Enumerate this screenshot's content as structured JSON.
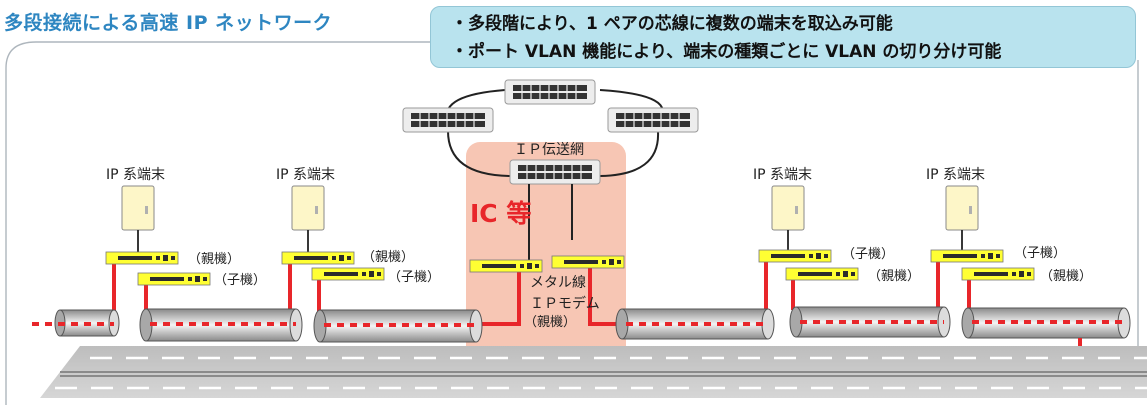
{
  "title": "多段接続による高速 IP ネットワーク",
  "callout": {
    "line1": "・多段階により、1 ペアの芯線に複数の端末を取込み可能",
    "line2": "・ポート VLAN 機能により、端末の種類ごとに VLAN の切り分け可能"
  },
  "labels": {
    "ip_network": "ＩＰ伝送網",
    "ic": "IC 等",
    "metal": "メタル線",
    "modem1": "ＩＰモデム",
    "modem2": "（親機）",
    "terminal": "IP 系端末",
    "parent": "（親機）",
    "child": "（子機）"
  },
  "colors": {
    "accent": "#2e86c1",
    "callout_bg": "#b9e3ee",
    "ic_zone": "#f7c6b4",
    "red": "#e8262a",
    "modem": "#ffff33",
    "road": "#c9c9c9"
  }
}
